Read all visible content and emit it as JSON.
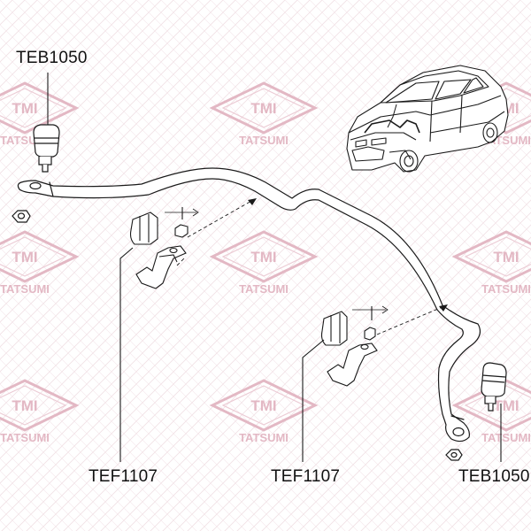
{
  "watermark": {
    "logo_text": "TMI",
    "brand_text": "TATSUMI",
    "color": "#e3b8c4"
  },
  "parts": {
    "left_top": "TEB1050",
    "left_bottom": "TEF1107",
    "middle_bottom": "TEF1107",
    "right_bottom": "TEB1050"
  },
  "colors": {
    "line": "#1a1a1a",
    "label": "#111111"
  }
}
